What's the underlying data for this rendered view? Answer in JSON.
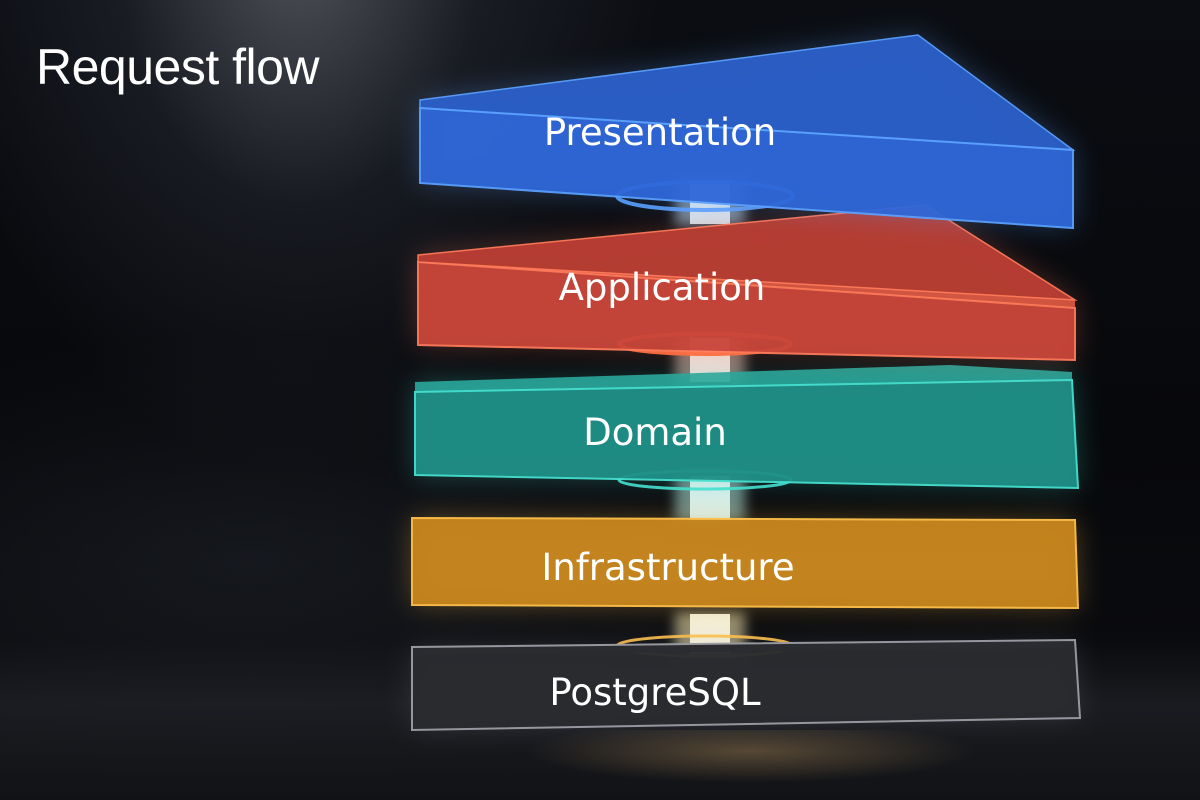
{
  "title": "Request flow",
  "layers": [
    {
      "label": "Presentation",
      "color": "#2f67d8",
      "glow": "#5aa0ff"
    },
    {
      "label": "Application",
      "color": "#c9463a",
      "glow": "#ff7a5a"
    },
    {
      "label": "Domain",
      "color": "#1f8f86",
      "glow": "#45e0cf"
    },
    {
      "label": "Infrastructure",
      "color": "#c9871e",
      "glow": "#ffc04a"
    },
    {
      "label": "PostgreSQL",
      "color": "#2a2b2f",
      "glow": "#9a9ca3"
    }
  ]
}
